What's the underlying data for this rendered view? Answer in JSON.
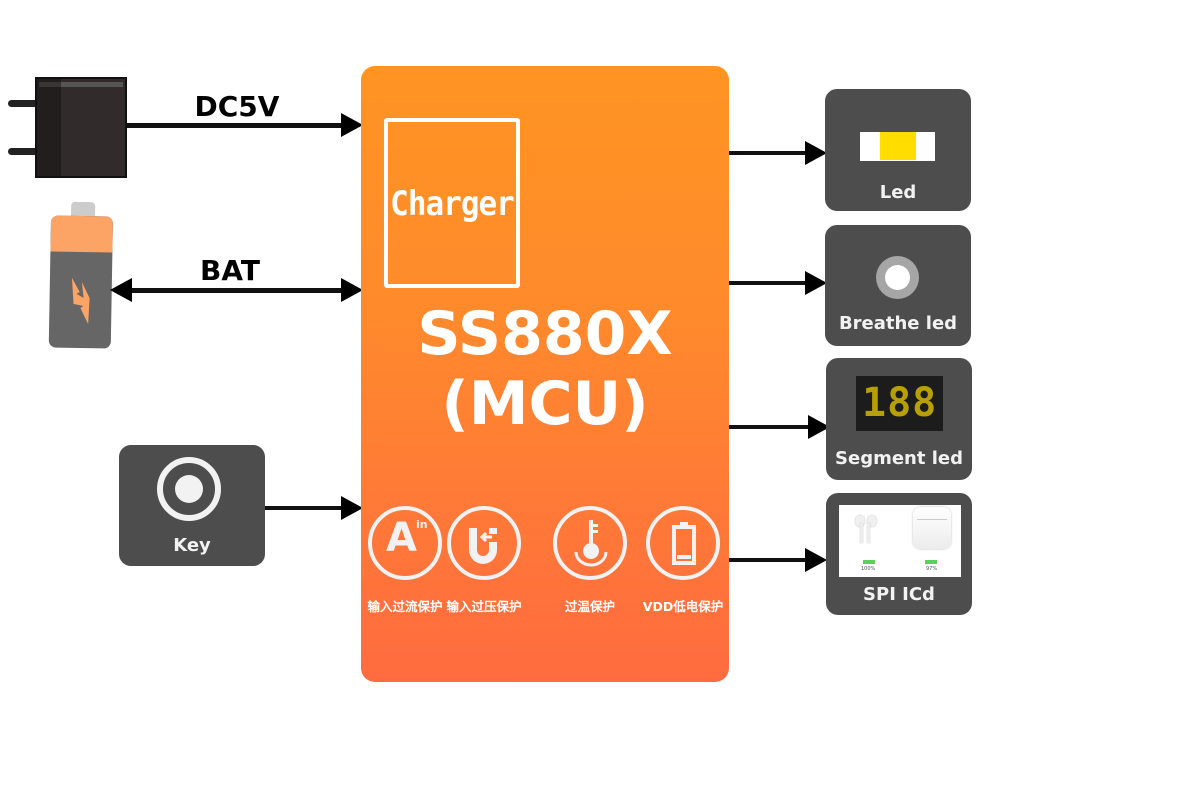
{
  "inputs": {
    "dc": {
      "label": "DC5V",
      "icon": "power-adapter-icon"
    },
    "bat": {
      "label": "BAT",
      "icon": "battery-icon"
    },
    "key": {
      "label": "Key",
      "icon": "button-icon"
    }
  },
  "mcu": {
    "charger_label": "Charger",
    "title_line1": "SS880X",
    "title_line2": "(MCU)",
    "protections": [
      {
        "label": "输入过流保护",
        "icon": "input-overcurrent-icon",
        "sup": "in",
        "letter": "A"
      },
      {
        "label": "输入过压保护",
        "icon": "input-overvoltage-icon",
        "letter": "U"
      },
      {
        "label": "过温保护",
        "icon": "thermometer-icon"
      },
      {
        "label": "VDD低电保护",
        "icon": "low-battery-icon"
      }
    ],
    "colors": {
      "top": "#ff9422",
      "bottom": "#ff6b3f"
    }
  },
  "outputs": [
    {
      "label": "Led",
      "icon": "led-icon",
      "color": "#ffdd00"
    },
    {
      "label": "Breathe led",
      "icon": "breathe-led-icon"
    },
    {
      "label": "Segment led",
      "icon": "segment-display-icon",
      "digits": "188",
      "color": "#b8a000"
    },
    {
      "label": "SPI ICd",
      "icon": "earbuds-display-icon",
      "left_pct": "100%",
      "right_pct": "97%"
    }
  ]
}
